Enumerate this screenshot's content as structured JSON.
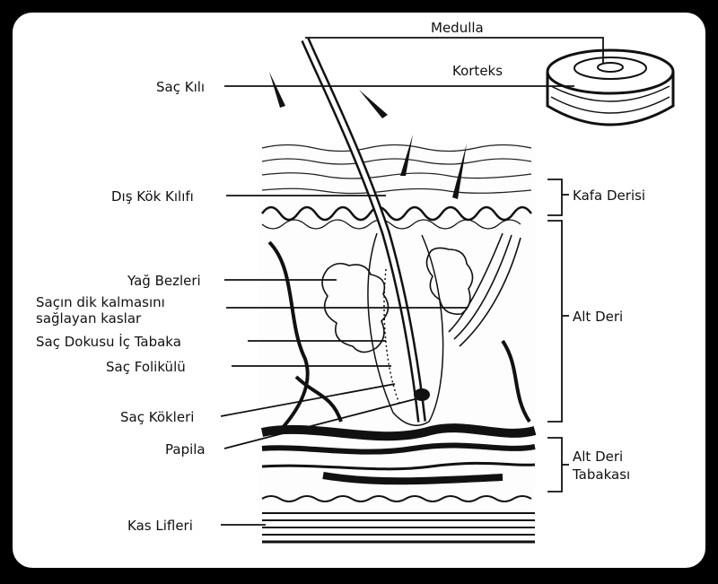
{
  "labels": {
    "medulla": "Medulla",
    "korteks": "Korteks",
    "sac_kili": "Saç Kılı",
    "dis_kok_kilifi": "Dış Kök Kılıfı",
    "yag_bezleri": "Yağ Bezleri",
    "kaslar_line1": "Saçın dik kalmasını",
    "kaslar_line2": "sağlayan kaslar",
    "ic_tabaka": "Saç Dokusu İç Tabaka",
    "folikul": "Saç Folikülü",
    "kokler": "Saç Kökleri",
    "papila": "Papila",
    "kas_lifleri": "Kas Lifleri",
    "kafa_derisi": "Kafa Derisi",
    "alt_deri": "Alt Deri",
    "alt_deri_tabakasi_line1": "Alt Deri",
    "alt_deri_tabakasi_line2": "Tabakası"
  },
  "colors": {
    "background": "#000000",
    "panel": "#ffffff",
    "ink": "#111111"
  }
}
